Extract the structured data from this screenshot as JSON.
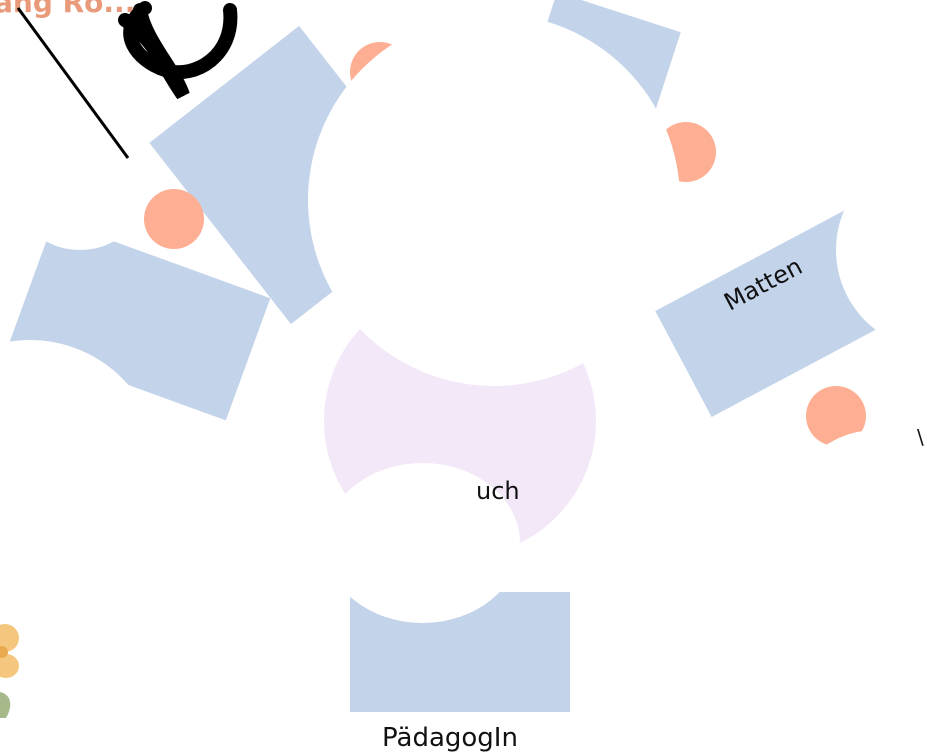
{
  "header": {
    "title_fragment": "ang Ro..."
  },
  "labels": {
    "matten": "Matten",
    "buch_fragment": "uch",
    "paedagogin": "PädagogIn",
    "right_edge_fragment": "\\"
  },
  "colors": {
    "blue": "#c2d3ea",
    "salmon": "#fdae93",
    "lavender": "#f3e8f8",
    "title": "#e99a7a",
    "ink": "#111111",
    "flower_orange": "#f5c77e",
    "leaf_green": "#a6b98a"
  },
  "icons": {
    "scribble": "ampersand-scribble-icon",
    "flower": "flower-decoration-icon"
  }
}
